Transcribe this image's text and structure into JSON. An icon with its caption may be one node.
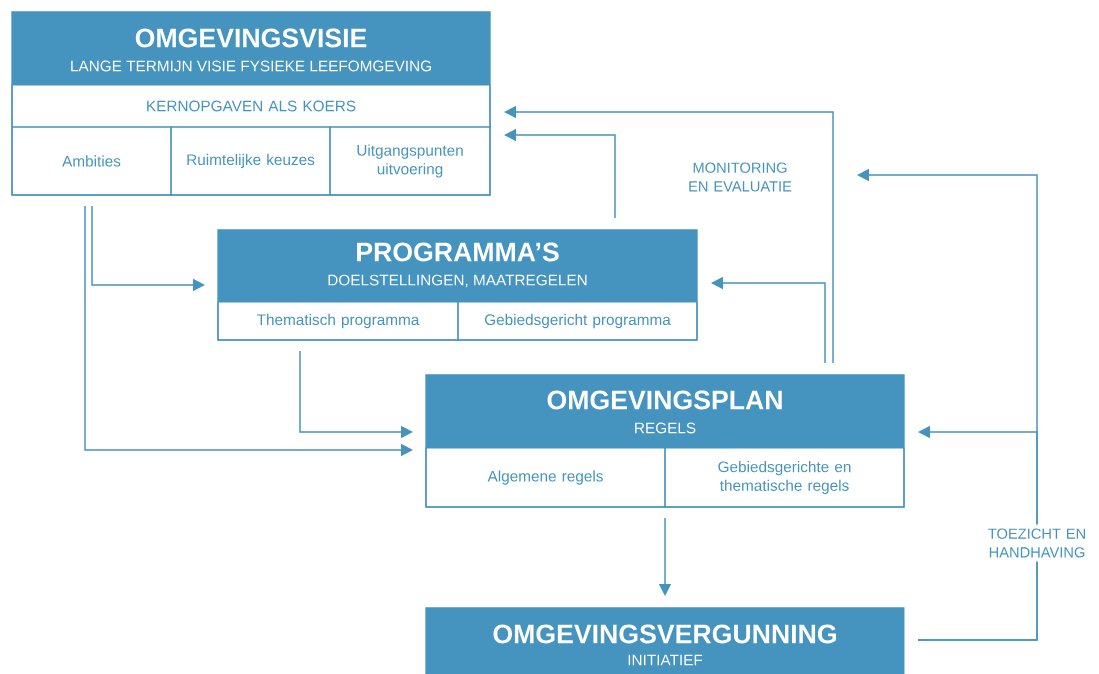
{
  "diagram": {
    "nodes": [
      {
        "text": [
          "OMGEVINGSVISIE",
          "LANGE TERMIJN VISIE FYSIEKE LEEFOMGEVING"
        ]
      },
      {
        "text": [
          "KERNOPGAVEN ALS KOERS"
        ],
        "in": 0
      },
      {
        "text": [
          "Ambities"
        ],
        "in": 0
      },
      {
        "text": [
          "Ruimtelijke keuzes"
        ],
        "in": 0
      },
      {
        "text": [
          "Uitgangspunten uitvoering"
        ],
        "in": 0
      },
      {
        "text": [
          "PROGRAMMA’S",
          "DOELSTELLINGEN, MAATREGELEN"
        ]
      },
      {
        "text": [
          "Thematisch programma"
        ],
        "in": 5
      },
      {
        "text": [
          "Gebiedsgericht programma"
        ],
        "in": 5
      },
      {
        "text": [
          "OMGEVINGSPLAN",
          "REGELS"
        ]
      },
      {
        "text": [
          "Algemene regels"
        ],
        "in": 8
      },
      {
        "text": [
          "Gebiedsgerichte en thematische regels"
        ],
        "in": 8
      },
      {
        "text": [
          "OMGEVINGSVERGUNNING",
          "INITIATIEF"
        ]
      }
    ],
    "edges": [
      {
        "from": 0,
        "to": 5,
        "arrow": "to"
      },
      {
        "from": 0,
        "to": 8,
        "arrow": "to"
      },
      {
        "from": 5,
        "to": 8,
        "arrow": "to"
      },
      {
        "from": 5,
        "to": 0,
        "arrow": "to"
      },
      {
        "from": 8,
        "to": 0,
        "arrow": "to"
      },
      {
        "from": 8,
        "to": 5,
        "arrow": "to"
      },
      {
        "from": 8,
        "to": 11,
        "arrow": "to"
      },
      {
        "from": 11,
        "to": 8,
        "arrow": "to",
        "label": "TOEZICHT EN HANDHAVING"
      },
      {
        "from": 11,
        "to": null,
        "arrow": "to"
      }
    ],
    "labels": [
      "MONITORING EN EVALUATIE"
    ]
  }
}
